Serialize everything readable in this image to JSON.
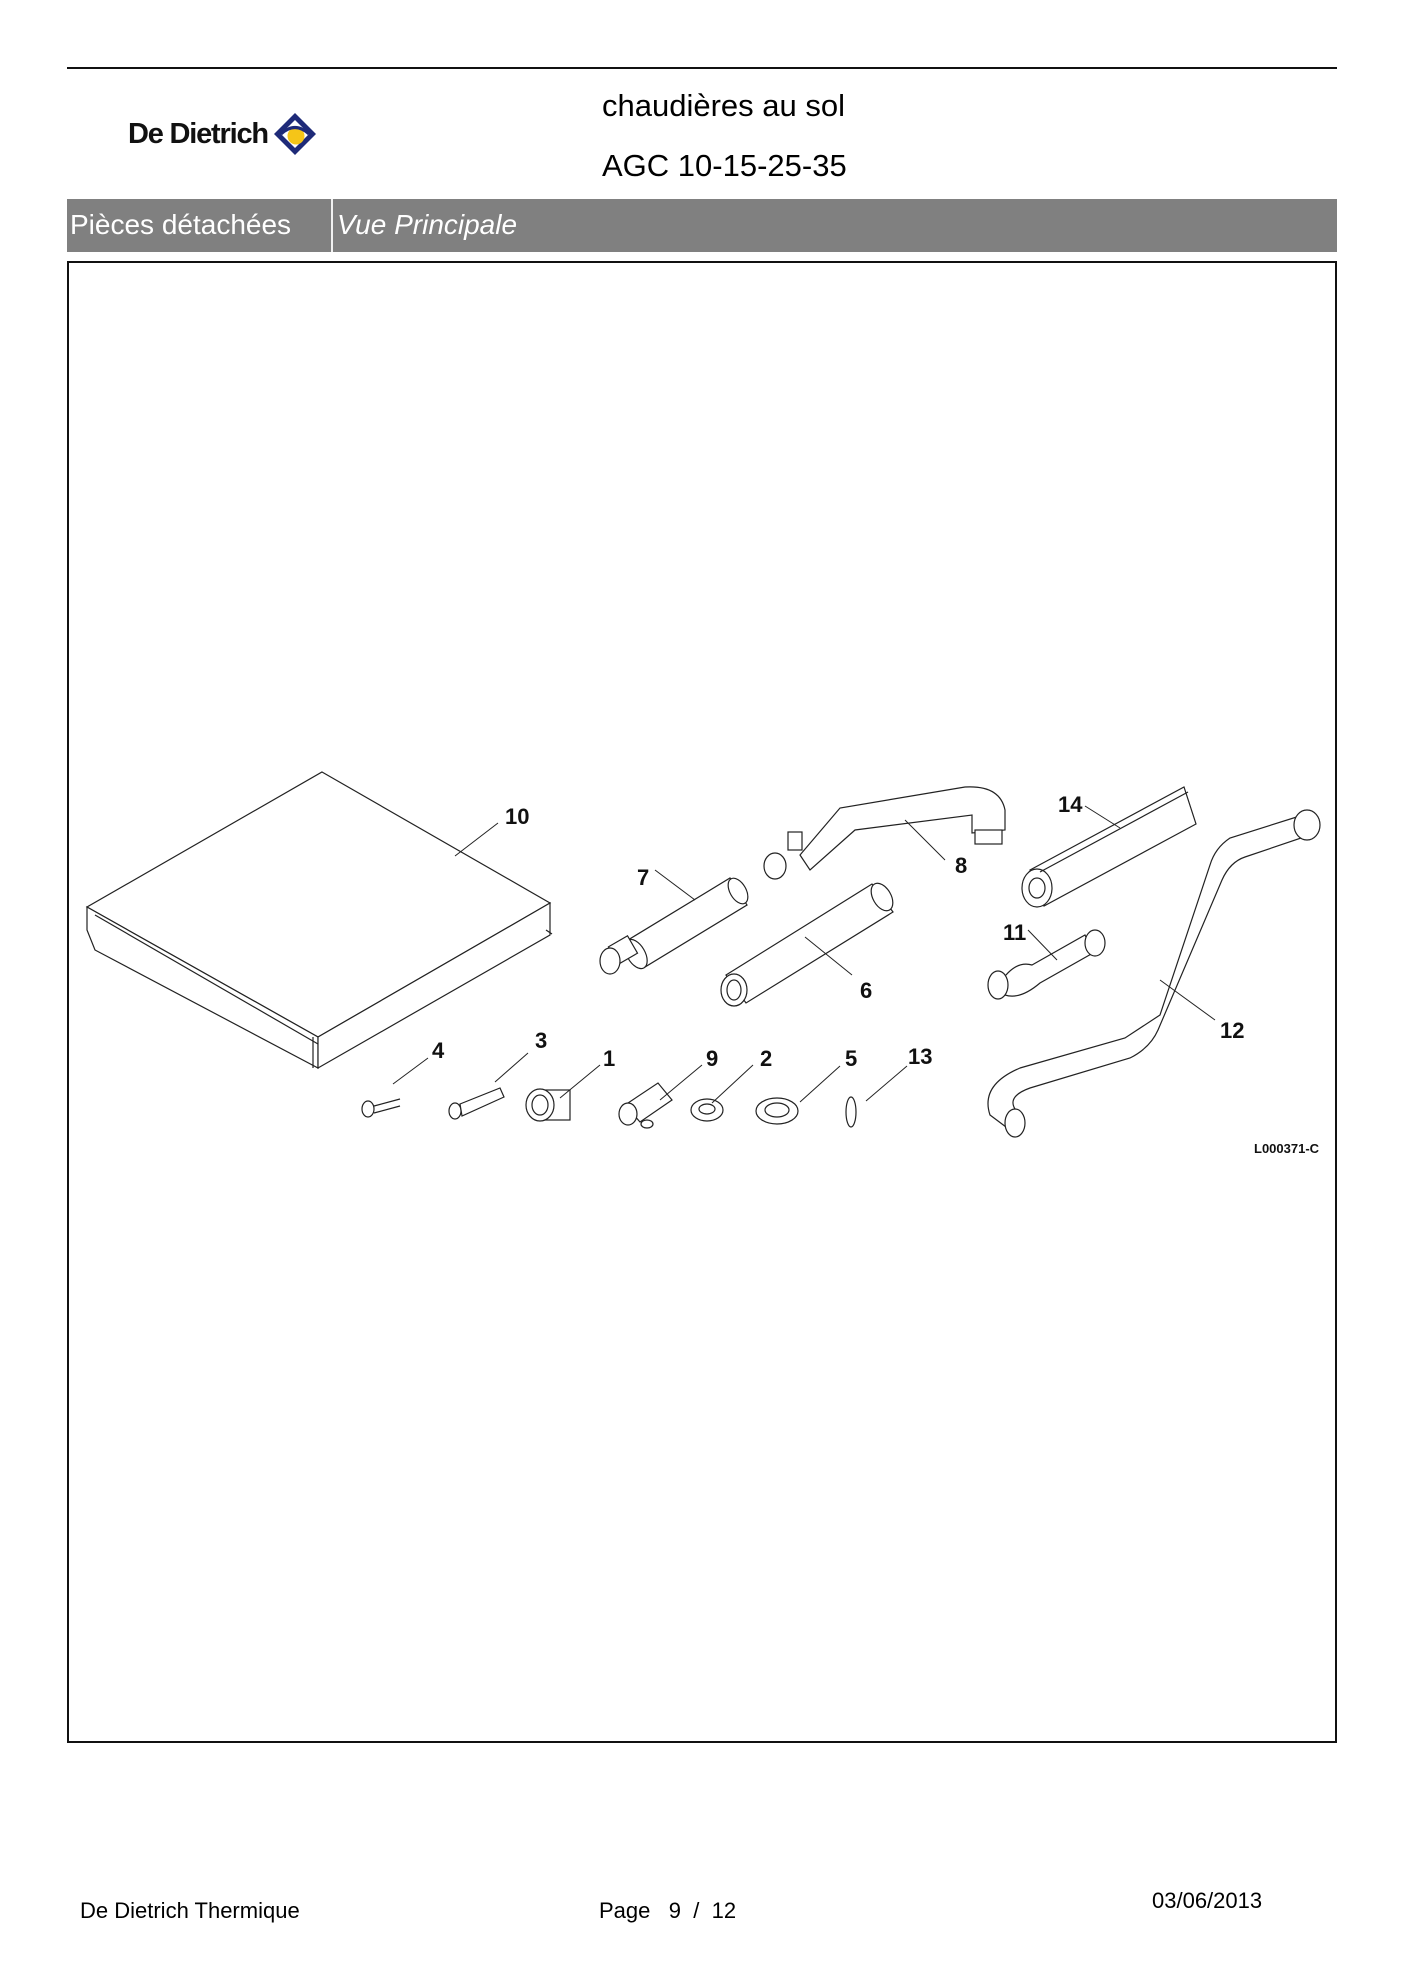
{
  "header": {
    "brand": "De Dietrich",
    "title_line1": "chaudières au sol",
    "title_line2": "AGC 10-15-25-35",
    "brand_colors": {
      "navy": "#1e2a78",
      "yellow": "#f5c518"
    }
  },
  "section_bar": {
    "left": "Pièces détachées",
    "right": "Vue Principale",
    "background": "#808080"
  },
  "diagram": {
    "callouts": [
      "10",
      "7",
      "8",
      "14",
      "11",
      "6",
      "12",
      "4",
      "3",
      "1",
      "9",
      "2",
      "5",
      "13"
    ],
    "reference_code": "L000371-C"
  },
  "footer": {
    "company": "De Dietrich Thermique",
    "page_label": "Page",
    "page_current": "9",
    "page_sep": "/",
    "page_total": "12",
    "date": "03/06/2013"
  }
}
